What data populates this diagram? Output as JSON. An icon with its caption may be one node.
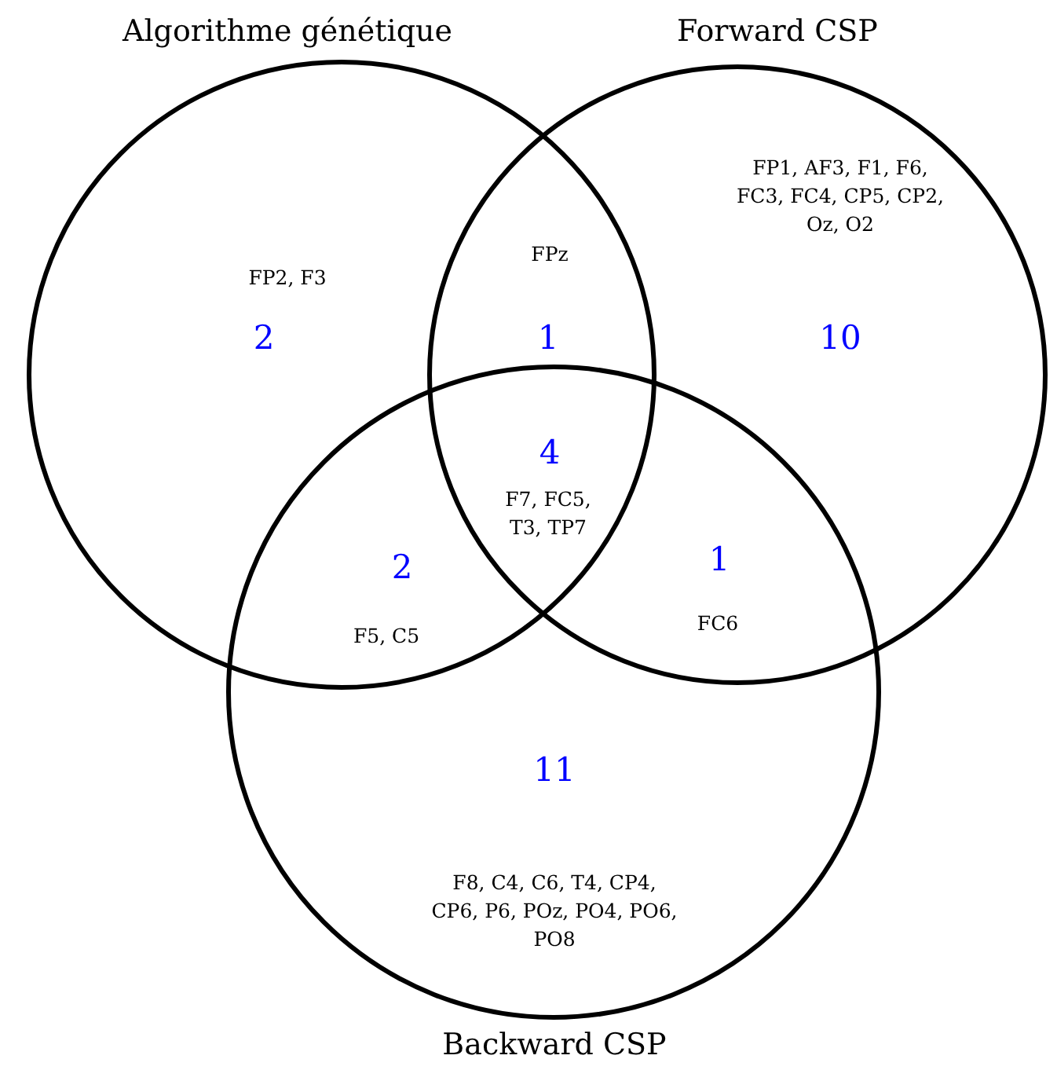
{
  "diagram": {
    "nodes": [
      {
        "text": [
          "Algorithme génétique"
        ]
      },
      {
        "text": [
          "Forward CSP"
        ]
      },
      {
        "text": [
          "Backward CSP"
        ]
      }
    ],
    "labels": [
      "FP2, F3",
      "2",
      "FPz",
      "1",
      "FP1, AF3, F1, F6, FC3, FC4, CP5, CP2, Oz, O2",
      "10",
      "4",
      "F7, FC5, T3, TP7",
      "2",
      "1",
      "F5, C5",
      "FC6",
      "11",
      "F8, C4, C6, T4, CP4, CP6, P6, POz, PO4, PO6, PO8"
    ]
  }
}
